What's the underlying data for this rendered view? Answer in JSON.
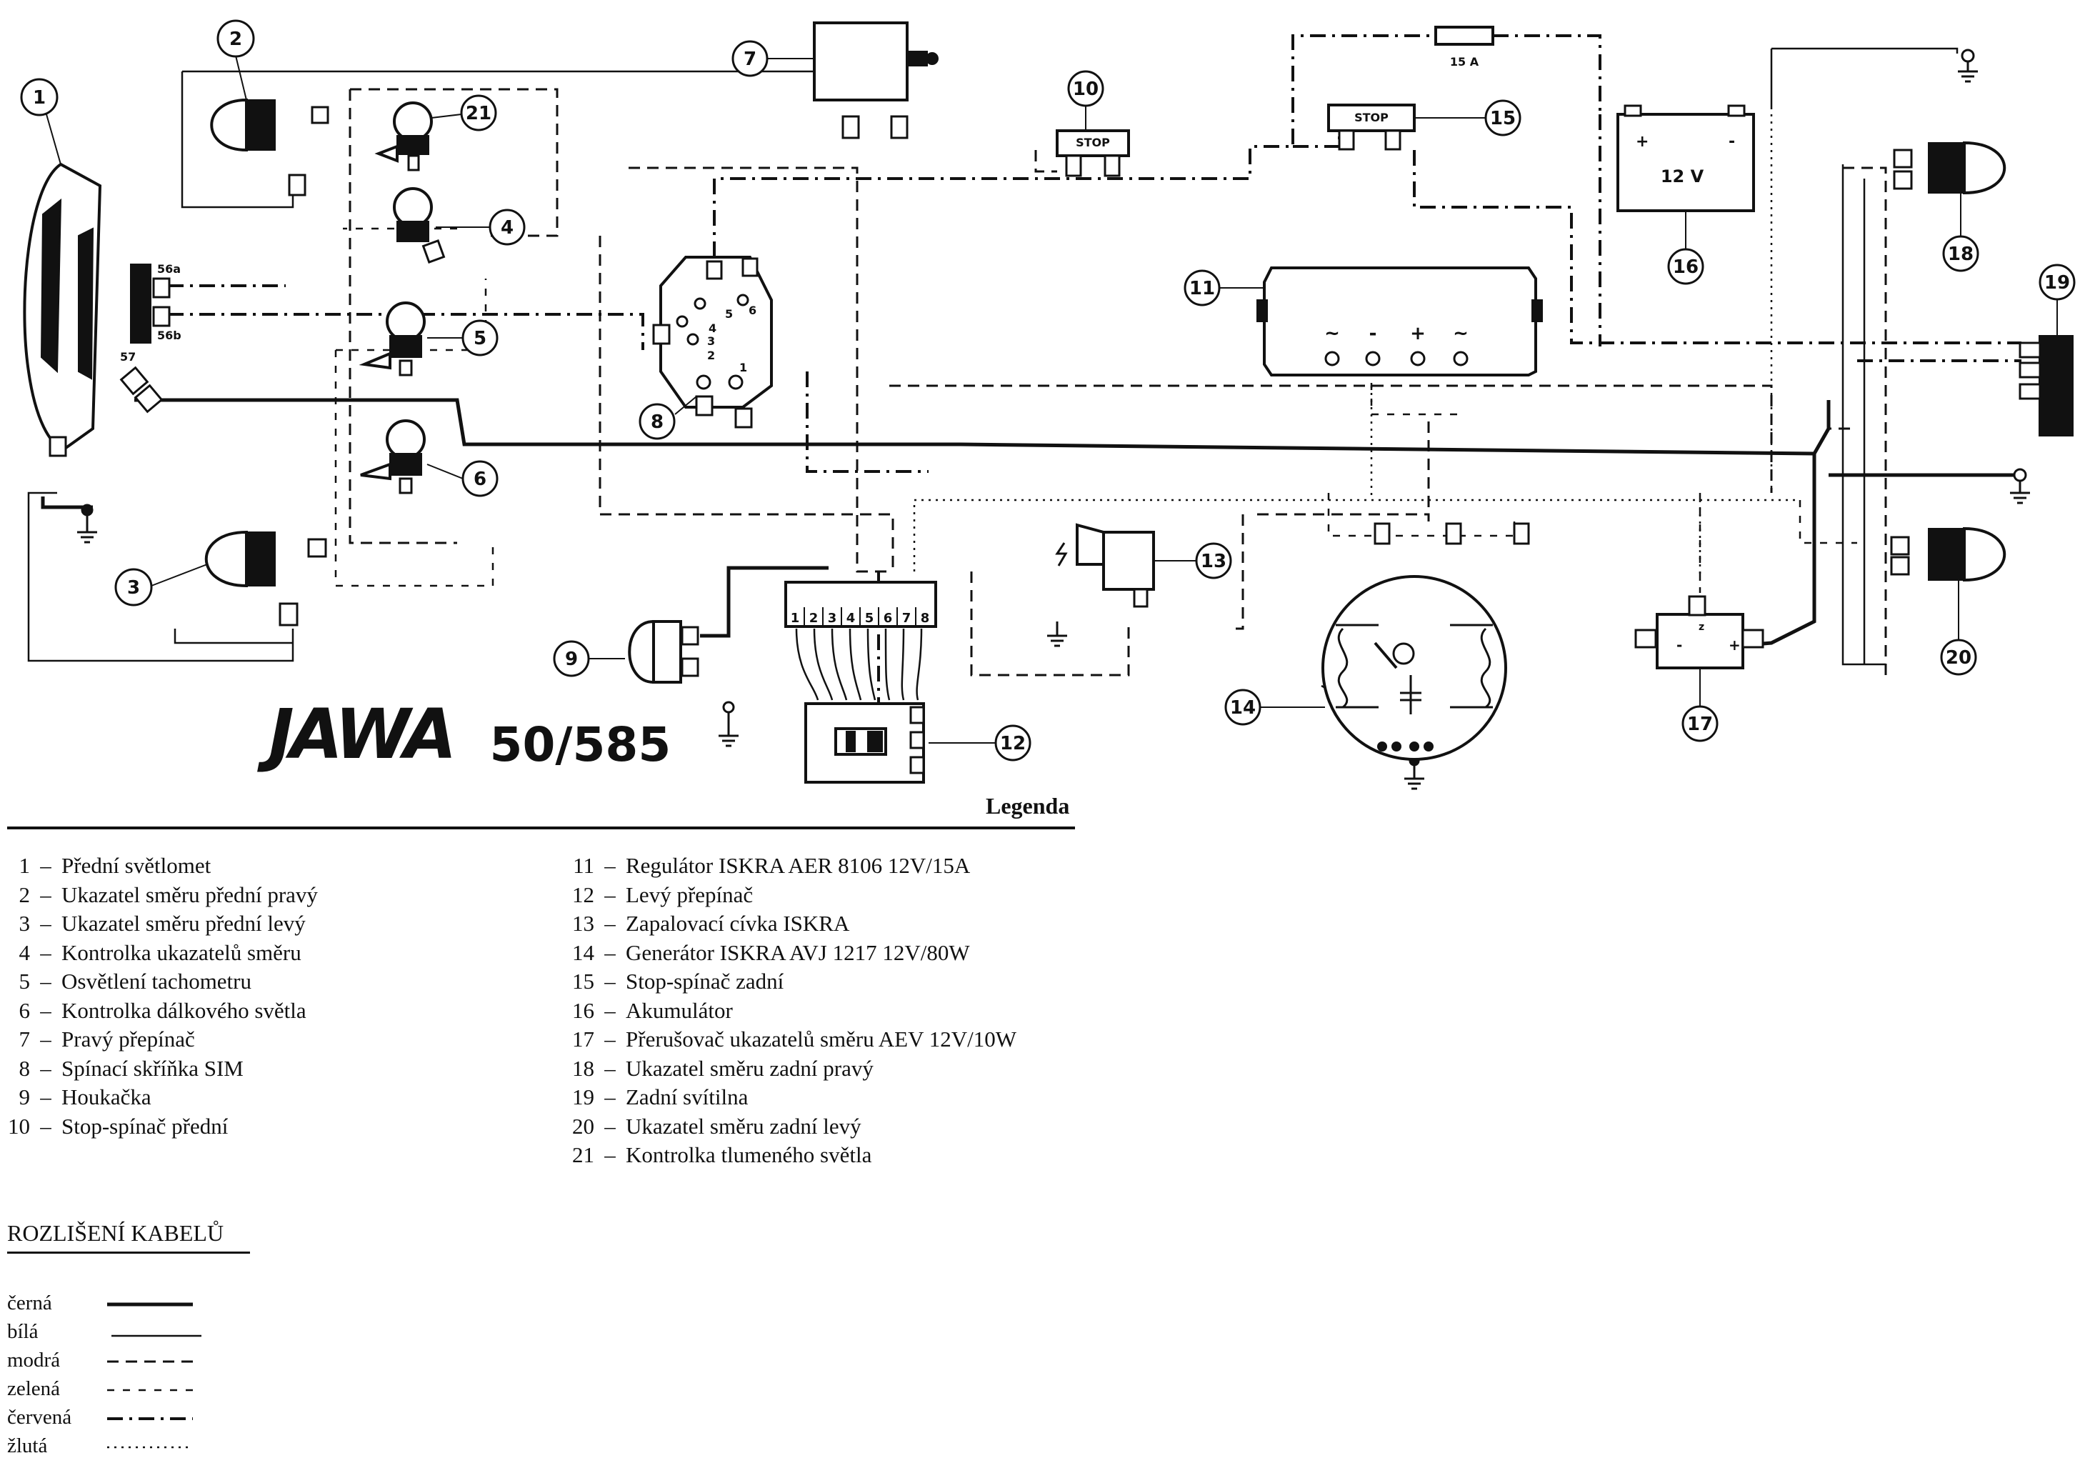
{
  "brand": {
    "logo": "JAWA",
    "model": "50/585"
  },
  "legend": {
    "title": "Legenda",
    "items": [
      {
        "num": "1",
        "text": "Přední světlomet"
      },
      {
        "num": "2",
        "text": "Ukazatel směru přední pravý"
      },
      {
        "num": "3",
        "text": "Ukazatel směru přední levý"
      },
      {
        "num": "4",
        "text": "Kontrolka ukazatelů směru"
      },
      {
        "num": "5",
        "text": "Osvětlení tachometru"
      },
      {
        "num": "6",
        "text": "Kontrolka dálkového světla"
      },
      {
        "num": "7",
        "text": "Pravý přepínač"
      },
      {
        "num": "8",
        "text": "Spínací skříňka SIM"
      },
      {
        "num": "9",
        "text": "Houkačka"
      },
      {
        "num": "10",
        "text": "Stop-spínač přední"
      },
      {
        "num": "11",
        "text": "Regulátor ISKRA AER 8106 12V/15A"
      },
      {
        "num": "12",
        "text": "Levý přepínač"
      },
      {
        "num": "13",
        "text": "Zapalovací cívka ISKRA"
      },
      {
        "num": "14",
        "text": "Generátor ISKRA AVJ 1217 12V/80W"
      },
      {
        "num": "15",
        "text": "Stop-spínač zadní"
      },
      {
        "num": "16",
        "text": "Akumulátor"
      },
      {
        "num": "17",
        "text": "Přerušovač ukazatelů směru AEV 12V/10W"
      },
      {
        "num": "18",
        "text": "Ukazatel směru zadní pravý"
      },
      {
        "num": "19",
        "text": "Zadní svítilna"
      },
      {
        "num": "20",
        "text": "Ukazatel směru zadní levý"
      },
      {
        "num": "21",
        "text": "Kontrolka tlumeného světla"
      }
    ]
  },
  "cables": {
    "title": "ROZLIŠENÍ KABELŮ",
    "types": [
      {
        "label": "černá",
        "style": "thick-solid"
      },
      {
        "label": "bílá",
        "style": "thin-solid"
      },
      {
        "label": "modrá",
        "style": "dashed"
      },
      {
        "label": "zelená",
        "style": "dashed-sparse"
      },
      {
        "label": "červená",
        "style": "dash-dot"
      },
      {
        "label": "žlutá",
        "style": "dotted"
      }
    ]
  },
  "diagram_labels": {
    "fuse": "15 A",
    "stop_front": "STOP",
    "stop_rear": "STOP",
    "battery": "12 V",
    "battery_plus": "+",
    "battery_minus": "-",
    "headlamp_t1": "56a",
    "headlamp_t2": "56b",
    "headlamp_t3": "57",
    "regulator_terms": [
      "~",
      "-",
      "+",
      "~"
    ],
    "flasher_terms": [
      "-",
      "+",
      "z"
    ],
    "ign_switch_terms": [
      "1",
      "2",
      "3",
      "4",
      "5",
      "6"
    ],
    "left_switch_terms": [
      "1",
      "2",
      "3",
      "4",
      "5",
      "6",
      "7",
      "8"
    ]
  }
}
